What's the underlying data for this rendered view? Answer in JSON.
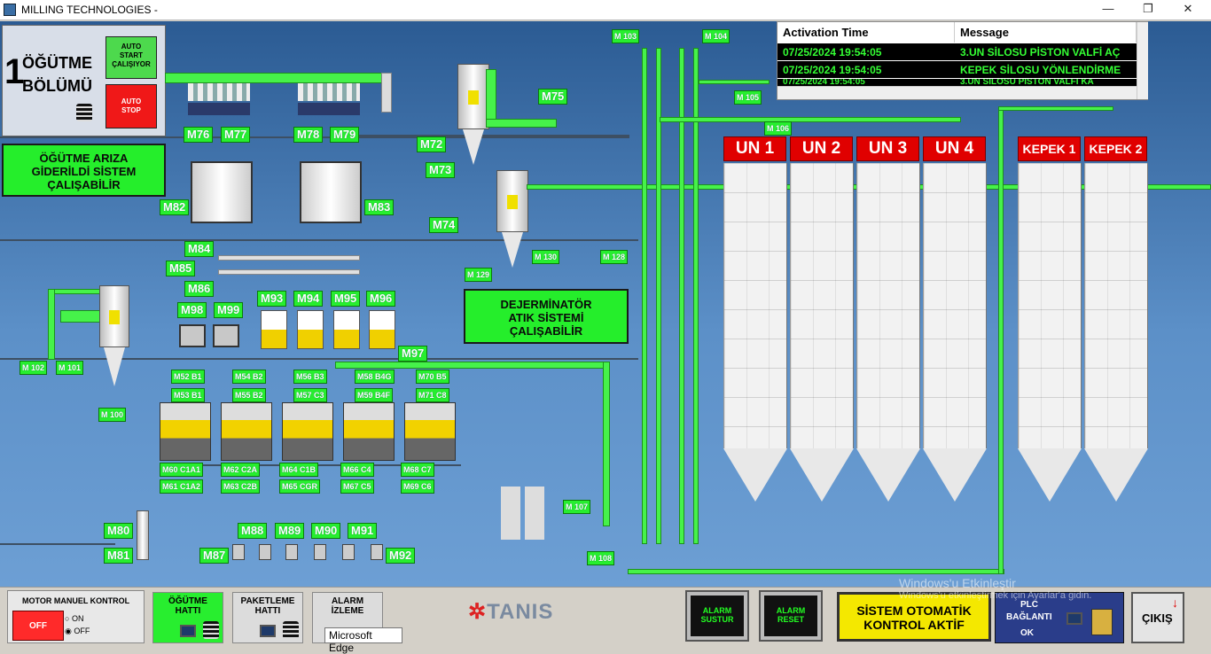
{
  "window": {
    "title": "MILLING TECHNOLOGIES -",
    "minimize_glyph": "—",
    "restore_glyph": "❐",
    "close_glyph": "✕"
  },
  "section": {
    "number": "1",
    "title_line1": "ÖĞÜTME",
    "title_line2": "BÖLÜMÜ"
  },
  "auto_start": {
    "line1": "AUTO",
    "line2": "START",
    "line3": "ÇALIŞIYOR"
  },
  "auto_stop": {
    "line1": "AUTO",
    "line2": "STOP"
  },
  "fault_status": {
    "line1": "ÖĞÜTME ARIZA",
    "line2": "GİDERİLDİ SİSTEM",
    "line3": "ÇALIŞABİLİR"
  },
  "degerminator_status": {
    "line1": "DEJERMİNATÖR",
    "line2": "ATIK SİSTEMİ",
    "line3": "ÇALIŞABİLİR"
  },
  "alarm_table": {
    "col_time": "Activation Time",
    "col_message": "Message",
    "rows": [
      {
        "time": "07/25/2024 19:54:05",
        "message": "3.UN SİLOSU PİSTON VALFİ AÇ"
      },
      {
        "time": "07/25/2024 19:54:05",
        "message": "KEPEK SİLOSU YÖNLENDİRME"
      },
      {
        "time": "07/25/2024 19:54:05",
        "message": "3.UN SİLOSU PİSTON VALFİ KA"
      }
    ]
  },
  "silos": [
    "UN 1",
    "UN 2",
    "UN 3",
    "UN 4",
    "KEPEK 1",
    "KEPEK 2"
  ],
  "motors": {
    "m76": "M76",
    "m77": "M77",
    "m78": "M78",
    "m79": "M79",
    "m72": "M72",
    "m75": "M75",
    "m73": "M73",
    "m74": "M74",
    "m82": "M82",
    "m83": "M83",
    "m84": "M84",
    "m85": "M85",
    "m86": "M86",
    "m93": "M93",
    "m94": "M94",
    "m95": "M95",
    "m96": "M96",
    "m98": "M98",
    "m99": "M99",
    "m97": "M97",
    "m102": "M 102",
    "m101": "M 101",
    "m100": "M 100",
    "m103": "M 103",
    "m104": "M 104",
    "m105": "M 105",
    "m106": "M 106",
    "m129": "M 129",
    "m130": "M 130",
    "m128": "M 128",
    "m52": "M52 B1",
    "m53": "M53 B1",
    "m54": "M54 B2",
    "m55": "M55 B2",
    "m56": "M56 B3",
    "m57": "M57 C3",
    "m58": "M58 B4G",
    "m59": "M59 B4F",
    "m70": "M70 B5",
    "m71": "M71 C8",
    "m60": "M60 C1A1",
    "m61": "M61 C1A2",
    "m62": "M62 C2A",
    "m63": "M63 C2B",
    "m64": "M64 C1B",
    "m65": "M65 CGR",
    "m66": "M66 C4",
    "m67": "M67 C5",
    "m68": "M68 C7",
    "m69": "M69 C6",
    "m80": "M80",
    "m81": "M81",
    "m87": "M87",
    "m88": "M88",
    "m89": "M89",
    "m90": "M90",
    "m91": "M91",
    "m92": "M92",
    "m107": "M 107",
    "m108": "M 108"
  },
  "bottom": {
    "manual_title": "MOTOR MANUEL KONTROL",
    "manual_off_btn": "OFF",
    "radio_on": "ON",
    "radio_off": "OFF",
    "nav_grinding": {
      "line1": "ÖĞÜTME",
      "line2": "HATTI"
    },
    "nav_packing": {
      "line1": "PAKETLEME",
      "line2": "HATTI"
    },
    "nav_alarm": {
      "line1": "ALARM",
      "line2": "İZLEME"
    },
    "tooltip": "Microsoft Edge",
    "logo": "TANIS",
    "alarm_silence": {
      "line1": "ALARM",
      "line2": "SUSTUR"
    },
    "alarm_reset": {
      "line1": "ALARM",
      "line2": "RESET"
    },
    "auto_control": {
      "line1": "SİSTEM OTOMATİK",
      "line2": "KONTROL AKTİF"
    },
    "plc": {
      "line1": "PLC",
      "line2": "BAĞLANTI",
      "line3": "OK"
    },
    "exit": "ÇIKIŞ",
    "watermark_line1": "Windows'u Etkinleştir",
    "watermark_line2": "Windows'u etkinleştirmek için Ayarlar'a gidin."
  },
  "colors": {
    "accent_green": "#27ee2f",
    "alarm_red": "#e00000",
    "background": "#3f74b0"
  }
}
